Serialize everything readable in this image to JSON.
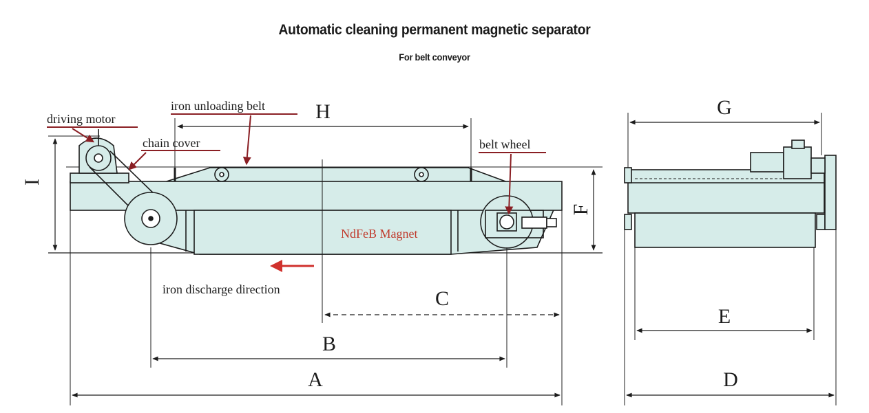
{
  "title": "Automatic cleaning permanent magnetic separator",
  "subtitle": "For belt conveyor",
  "labels": {
    "driving_motor": "driving motor",
    "chain_cover": "chain cover",
    "iron_unloading_belt": "iron unloading belt",
    "belt_wheel": "belt wheel",
    "magnet": "NdFeB Magnet",
    "discharge_direction": "iron discharge direction"
  },
  "dimensions": {
    "A": "A",
    "B": "B",
    "C": "C",
    "D": "D",
    "E": "E",
    "F": "F",
    "G": "G",
    "H": "H",
    "I": "I"
  },
  "colors": {
    "body_fill": "#d6ece9",
    "line": "#1c1c1c",
    "accent": "#8a1f24",
    "magnet_text": "#c0392b",
    "arrow": "#d0312d"
  }
}
